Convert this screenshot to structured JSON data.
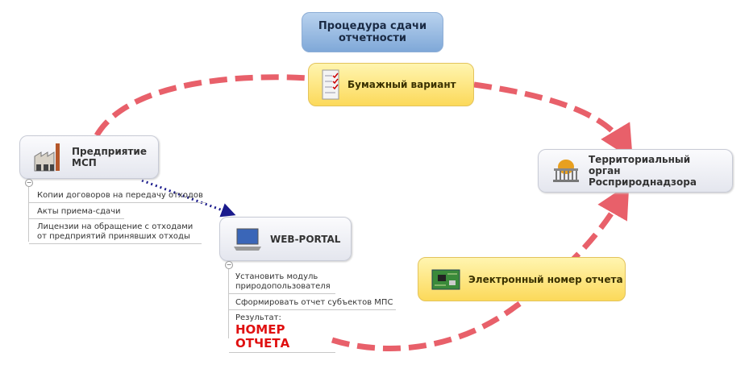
{
  "title": "Процедура сдачи отчетности",
  "nodes": {
    "paper": "Бумажный вариант",
    "enterprise": "Предприятие МСП",
    "territorial": "Территориальный орган Росприроднадзора",
    "portal": "WEB-PORTAL",
    "electronic": "Электронный номер отчета"
  },
  "enterprise_items": [
    "Копии договоров на передачу отходов",
    "Акты приема-сдачи",
    "Лицензии на обращение с отходами от предприятий принявших отходы"
  ],
  "portal_items": [
    "Установить модуль природопользователя",
    "Сформировать отчет субъектов МПС"
  ],
  "result_label": "Результат:",
  "result_value": "НОМЕР ОТЧЕТА",
  "colors": {
    "flow": "#e8606a",
    "dotted": "#1a1a8c"
  }
}
